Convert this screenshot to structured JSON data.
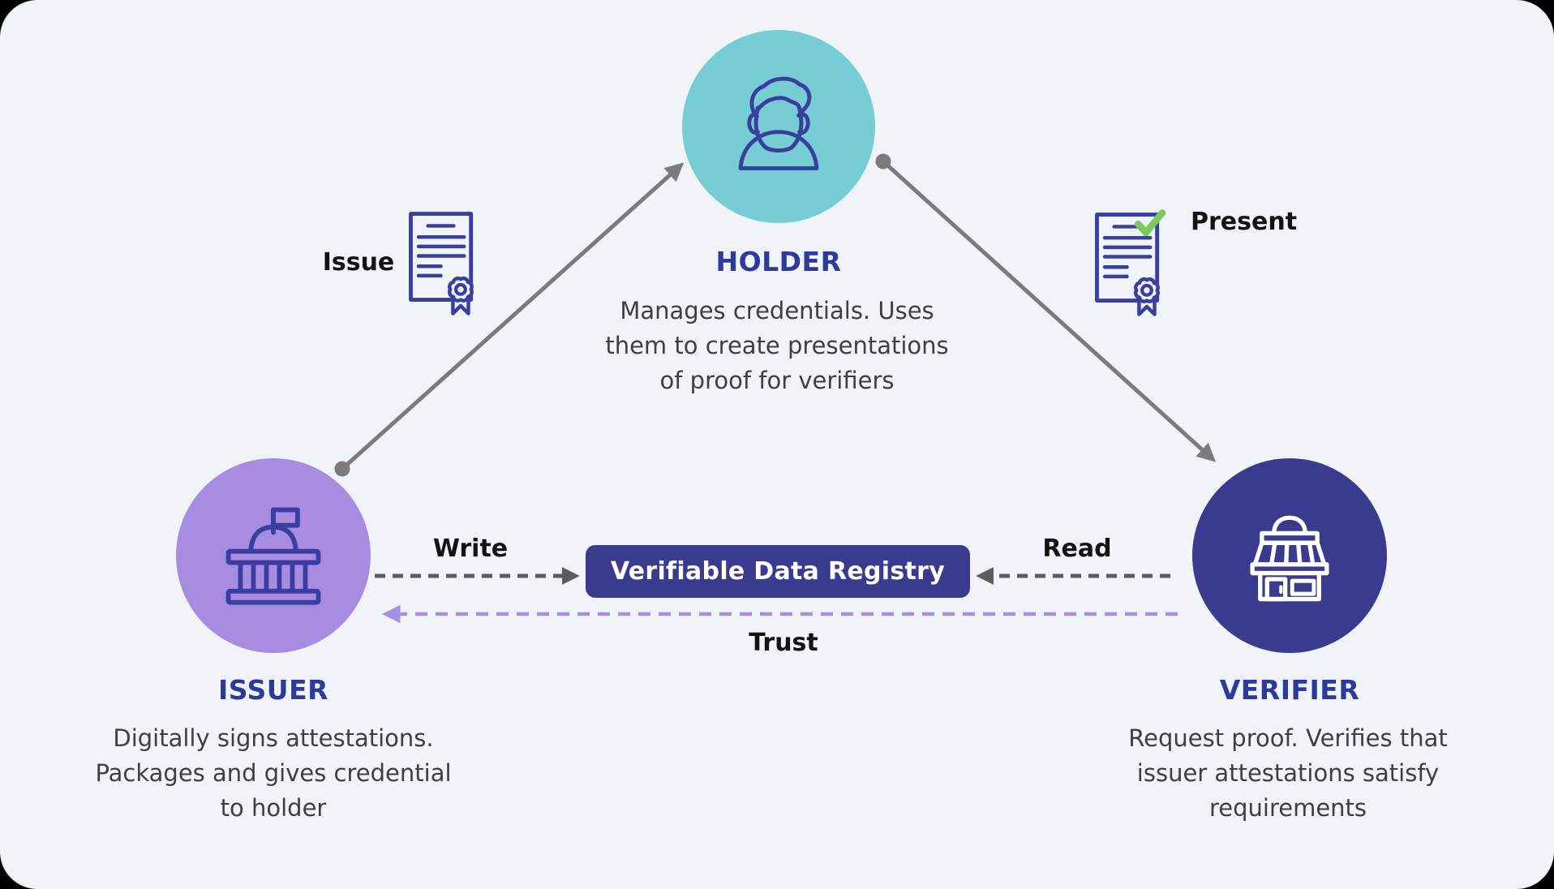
{
  "colors": {
    "outer_background": "#000000",
    "background": "#F0F3F7",
    "holder_circle": "#76CDD4",
    "issuer_circle": "#A78CE2",
    "verifier_circle": "#3A3B8F",
    "registry_bg": "#3A3B8F",
    "registry_text": "#FFFFFF",
    "heading_text": "#2E3A9B",
    "body_text": "#3F3F41",
    "label_text": "#131313",
    "solid_arrow": "#7B7B7B",
    "dashed_arrow": "#5C5C5C",
    "trust_arrow": "#A78FE2",
    "icon_stroke": "#3A3E9E",
    "store_icon": "#FFFFFF",
    "check_green": "#7CC75E"
  },
  "nodes": {
    "holder": {
      "title": "HOLDER",
      "description_lines": [
        "Manages credentials. Uses",
        "them to create presentations",
        "of proof for verifiers"
      ]
    },
    "issuer": {
      "title": "ISSUER",
      "description_lines": [
        "Digitally signs attestations.",
        "Packages and gives credential",
        "to holder"
      ]
    },
    "verifier": {
      "title": "VERIFIER",
      "description_lines": [
        "Request proof. Verifies that",
        "issuer attestations satisfy",
        "requirements"
      ]
    }
  },
  "registry": {
    "label": "Verifiable Data Registry"
  },
  "edges": {
    "issue": {
      "label": "Issue"
    },
    "present": {
      "label": "Present"
    },
    "write": {
      "label": "Write"
    },
    "read": {
      "label": "Read"
    },
    "trust": {
      "label": "Trust"
    }
  },
  "icons": {
    "holder": "person-icon",
    "issuer": "government-building-icon",
    "verifier": "storefront-icon",
    "issue": "certificate-icon",
    "present": "certificate-with-checkmark-icon"
  }
}
